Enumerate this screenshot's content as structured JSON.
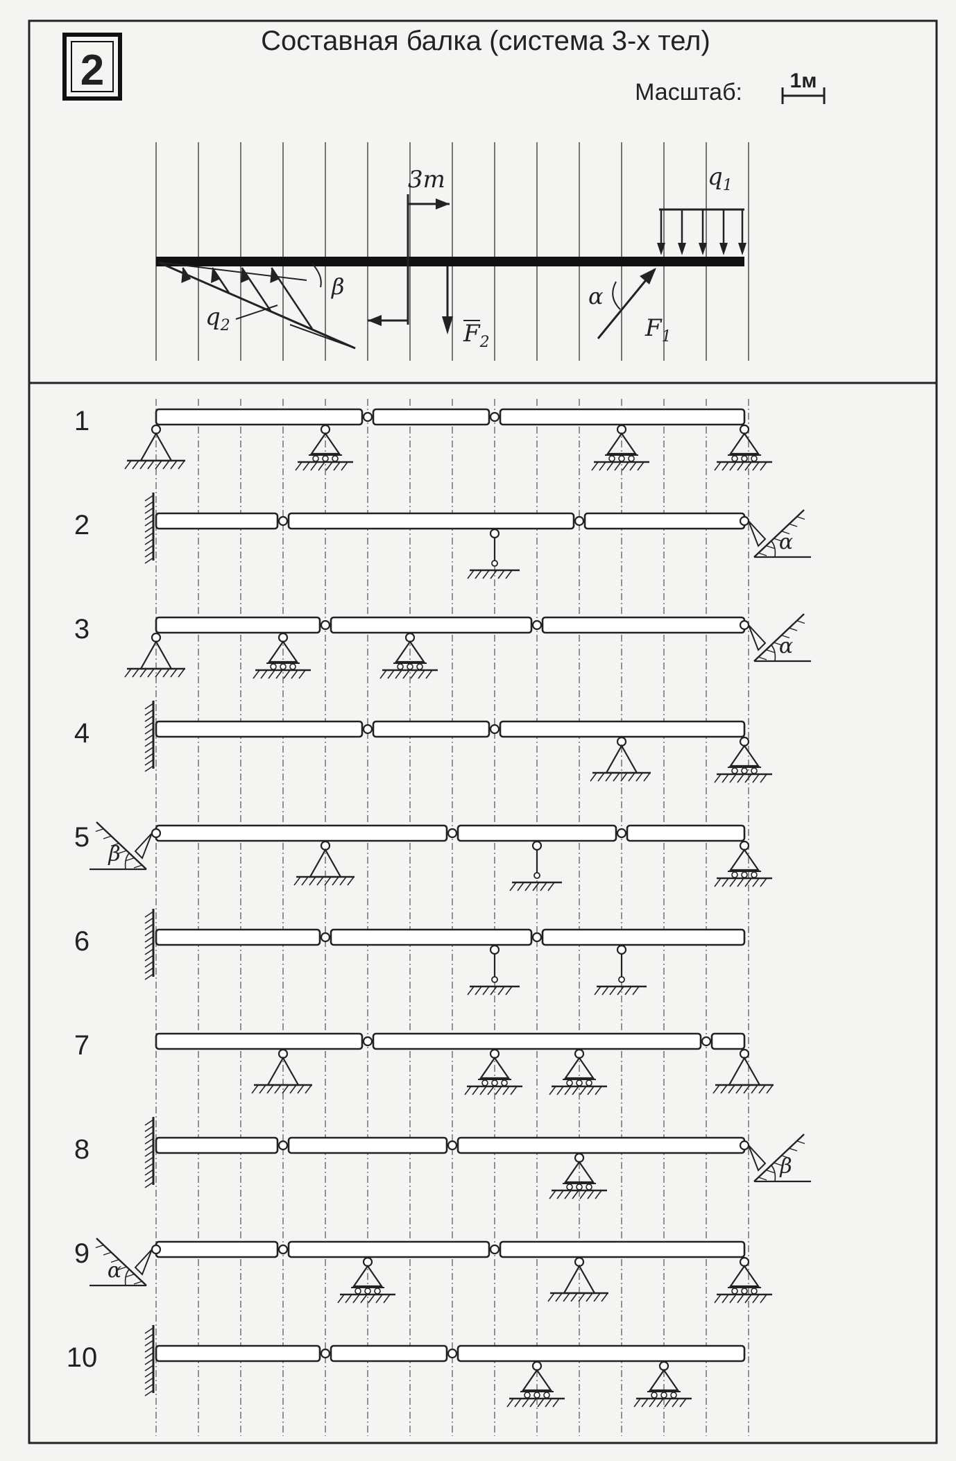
{
  "header": {
    "badge": "2",
    "title": "Составная балка (система 3-х тел)",
    "scale_label": "Масштаб:",
    "scale_unit": "1м"
  },
  "loads": {
    "moment": "3m",
    "q1": "q",
    "q1_sub": "1",
    "q2": "q",
    "q2_sub": "2",
    "F1": "F",
    "F1_sub": "1",
    "F2": "F",
    "F2_sub": "2",
    "alpha": "α",
    "beta": "β"
  },
  "variants": [
    {
      "number": "1",
      "left": "pin",
      "hinges": [
        5,
        8
      ],
      "supports": [
        {
          "type": "roller",
          "x": 4
        },
        {
          "type": "roller",
          "x": 11
        },
        {
          "type": "roller",
          "x": 14
        }
      ],
      "right": null
    },
    {
      "number": "2",
      "left": "wall",
      "hinges": [
        3,
        10
      ],
      "supports": [
        {
          "type": "rod",
          "x": 8
        }
      ],
      "right": {
        "type": "inclined",
        "label": "α"
      }
    },
    {
      "number": "3",
      "left": "pin",
      "hinges": [
        4,
        9
      ],
      "supports": [
        {
          "type": "roller",
          "x": 3
        },
        {
          "type": "roller",
          "x": 6
        }
      ],
      "right": {
        "type": "inclined",
        "label": "α"
      }
    },
    {
      "number": "4",
      "left": "wall",
      "hinges": [
        5,
        8
      ],
      "supports": [
        {
          "type": "pin",
          "x": 11
        },
        {
          "type": "roller",
          "x": 14
        }
      ],
      "right": null
    },
    {
      "number": "5",
      "left": {
        "type": "inclined",
        "label": "β"
      },
      "hinges": [
        7,
        11
      ],
      "supports": [
        {
          "type": "pin",
          "x": 4
        },
        {
          "type": "rod",
          "x": 9
        },
        {
          "type": "roller",
          "x": 14
        }
      ],
      "right": null
    },
    {
      "number": "6",
      "left": "wall",
      "hinges": [
        4,
        9
      ],
      "supports": [
        {
          "type": "rod",
          "x": 8
        },
        {
          "type": "rod",
          "x": 11
        }
      ],
      "right": null
    },
    {
      "number": "7",
      "left": "free",
      "hinges": [
        5,
        13
      ],
      "supports": [
        {
          "type": "pin",
          "x": 3
        },
        {
          "type": "roller",
          "x": 8
        },
        {
          "type": "roller",
          "x": 10
        },
        {
          "type": "pin",
          "x": 14
        }
      ],
      "right": null
    },
    {
      "number": "8",
      "left": "wall",
      "hinges": [
        3,
        7
      ],
      "supports": [
        {
          "type": "roller",
          "x": 10
        }
      ],
      "right": {
        "type": "inclined",
        "label": "β"
      }
    },
    {
      "number": "9",
      "left": {
        "type": "inclined",
        "label": "α"
      },
      "hinges": [
        3,
        8
      ],
      "supports": [
        {
          "type": "roller",
          "x": 5
        },
        {
          "type": "pin",
          "x": 10
        },
        {
          "type": "roller",
          "x": 14
        }
      ],
      "right": null
    },
    {
      "number": "10",
      "left": "wall",
      "hinges": [
        4,
        7
      ],
      "supports": [
        {
          "type": "roller",
          "x": 9
        },
        {
          "type": "roller",
          "x": 12
        }
      ],
      "right": null
    }
  ]
}
